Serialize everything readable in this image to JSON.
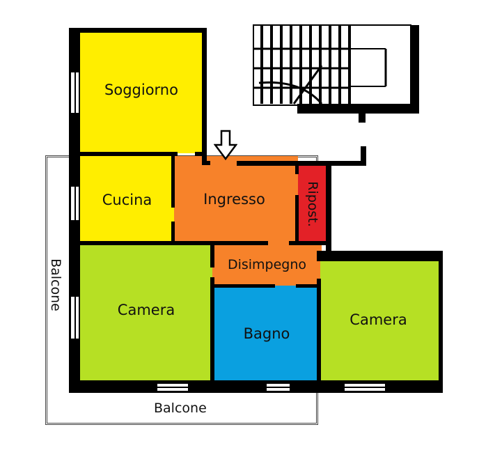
{
  "plan": {
    "title": "Floor plan",
    "colors": {
      "living": "#ffee00",
      "kitchen": "#ffee00",
      "entrance": "#f7822a",
      "storage": "#e32127",
      "hallway": "#f7822a",
      "bedroom": "#b6e024",
      "bathroom": "#0aa0e0",
      "wall": "#000000"
    },
    "rooms": [
      {
        "id": "soggiorno",
        "label": "Soggiorno"
      },
      {
        "id": "cucina",
        "label": "Cucina"
      },
      {
        "id": "ingresso",
        "label": "Ingresso"
      },
      {
        "id": "ripostiglio",
        "label": "Ripost."
      },
      {
        "id": "disimpegno",
        "label": "Disimpegno"
      },
      {
        "id": "camera_left",
        "label": "Camera"
      },
      {
        "id": "bagno",
        "label": "Bagno"
      },
      {
        "id": "camera_right",
        "label": "Camera"
      }
    ],
    "balconies": [
      {
        "id": "balcone_side",
        "label": "Balcone"
      },
      {
        "id": "balcone_bottom",
        "label": "Balcone"
      }
    ],
    "entrance_arrow": "down-arrow",
    "stairwell": "staircase"
  }
}
